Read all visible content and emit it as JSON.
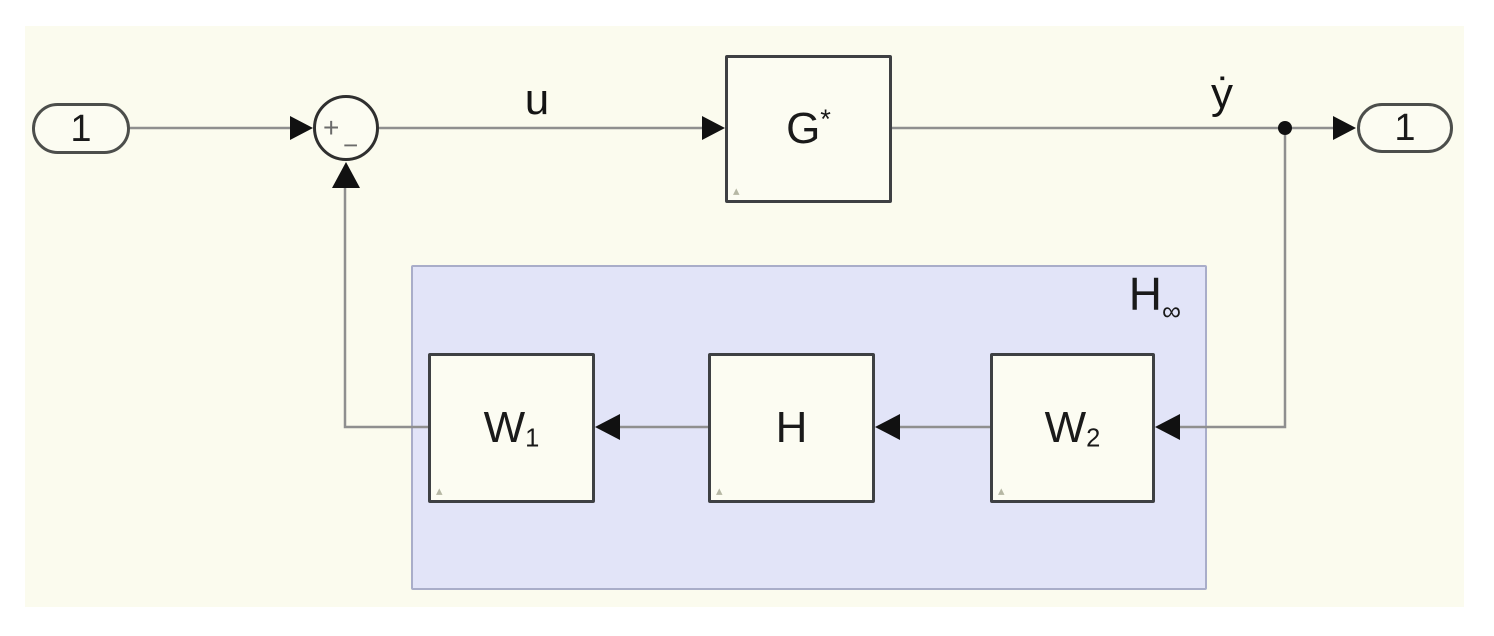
{
  "diagram": {
    "kind": "simulink-feedback-block-diagram",
    "colors": {
      "page_background": "#ffffff",
      "canvas_background": "#fbfbee",
      "region_fill": "#e2e4f8",
      "region_border": "#a9adc9",
      "block_fill": "#fcfcf2",
      "block_border": "#3e4043",
      "wire": "#8f8f8f",
      "arrowhead": "#111111",
      "text": "#1a1a1a"
    }
  },
  "ports": {
    "input": {
      "label": "1"
    },
    "output": {
      "label": "1"
    }
  },
  "sum": {
    "plus_sign": "+",
    "minus_sign": "−"
  },
  "blocks": {
    "plant": {
      "label": "G",
      "superscript": "*"
    },
    "w1": {
      "label": "W",
      "subscript": "1"
    },
    "h": {
      "label": "H"
    },
    "w2": {
      "label": "W",
      "subscript": "2"
    }
  },
  "signals": {
    "u_label": "u",
    "ydot_label": "ẏ"
  },
  "region": {
    "label": "H",
    "subscript": "∞"
  },
  "icons": {
    "block_corner_marker": "▴"
  }
}
